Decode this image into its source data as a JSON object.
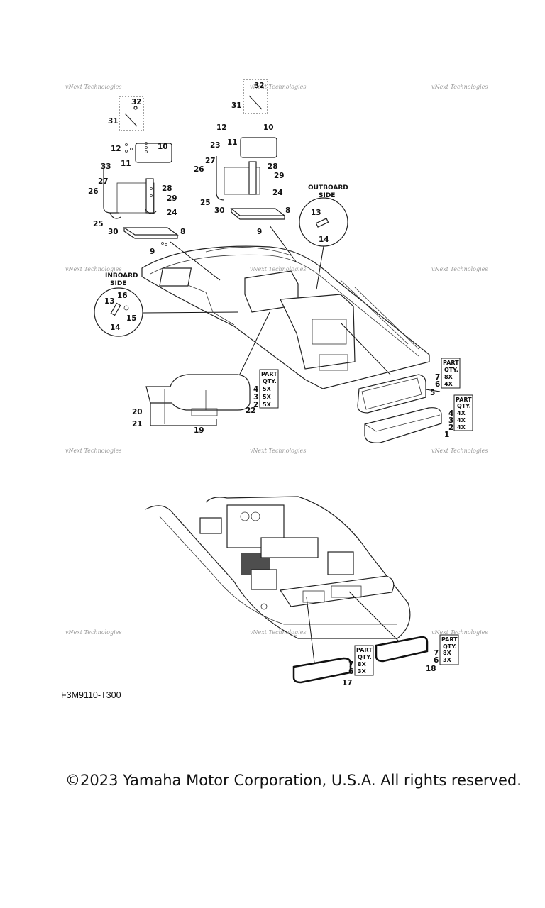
{
  "figure_code": "F3M9110-T300",
  "copyright": "©2023 Yamaha Motor Corporation, U.S.A. All rights reserved.",
  "watermark": "vNext Technologies",
  "side_labels": {
    "outboard_l1": "OUTBOARD",
    "outboard_l2": "SIDE",
    "inboard_l1": "INBOARD",
    "inboard_l2": "SIDE"
  },
  "qty_tables": {
    "a": {
      "title_1": "PART",
      "title_2": "QTY.",
      "rows": [
        [
          "4",
          "5X"
        ],
        [
          "3",
          "5X"
        ],
        [
          "2",
          "5X"
        ]
      ]
    },
    "b": {
      "title_1": "PART",
      "title_2": "QTY.",
      "rows": [
        [
          "7",
          "8X"
        ],
        [
          "6",
          "4X"
        ]
      ]
    },
    "c": {
      "title_1": "PART",
      "title_2": "QTY.",
      "rows": [
        [
          "4",
          "4X"
        ],
        [
          "3",
          "4X"
        ],
        [
          "2",
          "4X"
        ]
      ]
    },
    "d": {
      "title_1": "PART",
      "title_2": "QTY.",
      "rows": [
        [
          "7",
          "8X"
        ],
        [
          "6",
          "3X"
        ]
      ]
    },
    "e": {
      "title_1": "PART",
      "title_2": "QTY.",
      "rows": [
        [
          "7",
          "8X"
        ],
        [
          "6",
          "3X"
        ]
      ]
    }
  },
  "callouts": {
    "c1": "1",
    "c2": "2",
    "c3": "3",
    "c4": "4",
    "c5": "5",
    "c6": "6",
    "c7": "7",
    "c8a": "8",
    "c8b": "8",
    "c9a": "9",
    "c9b": "9",
    "c10a": "10",
    "c10b": "10",
    "c11a": "11",
    "c11b": "11",
    "c12a": "12",
    "c12b": "12",
    "c13a": "13",
    "c13b": "13",
    "c14a": "14",
    "c14b": "14",
    "c15": "15",
    "c16": "16",
    "c17": "17",
    "c18": "18",
    "c19": "19",
    "c20": "20",
    "c21": "21",
    "c22": "22",
    "c23": "23",
    "c24a": "24",
    "c24b": "24",
    "c25a": "25",
    "c25b": "25",
    "c26a": "26",
    "c26b": "26",
    "c27a": "27",
    "c27b": "27",
    "c28a": "28",
    "c28b": "28",
    "c29a": "29",
    "c29b": "29",
    "c30a": "30",
    "c30b": "30",
    "c31a": "31",
    "c31b": "31",
    "c32a": "32",
    "c32b": "32",
    "c33": "33"
  }
}
